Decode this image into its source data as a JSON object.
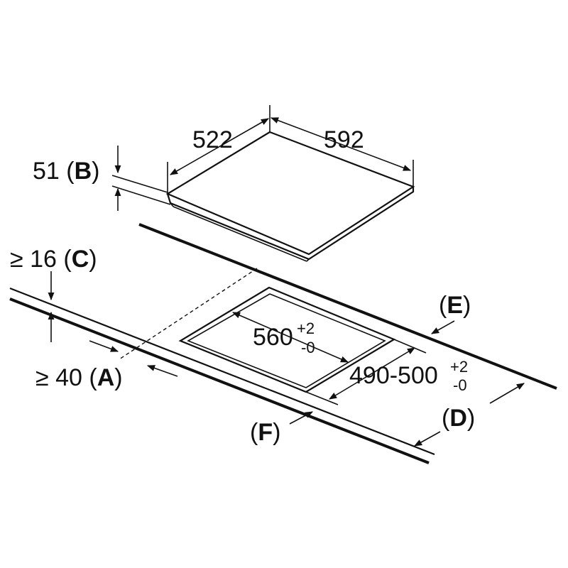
{
  "dimensions": {
    "width_label": "522",
    "depth_label": "592",
    "height": {
      "value": "51",
      "letter": "B"
    },
    "front_clearance": {
      "prefix": "≥",
      "value": "40",
      "letter": "A"
    },
    "top_thickness": {
      "prefix": "≥",
      "value": "16",
      "letter": "C"
    },
    "cutout_width": {
      "value": "560",
      "tol_plus": "+2",
      "tol_minus": "-0"
    },
    "cutout_depth": {
      "value": "490-500",
      "tol_plus": "+2",
      "tol_minus": "-0"
    }
  },
  "callouts": {
    "D": "D",
    "E": "E",
    "F": "F"
  },
  "colors": {
    "line": "#111111",
    "background": "#ffffff"
  }
}
